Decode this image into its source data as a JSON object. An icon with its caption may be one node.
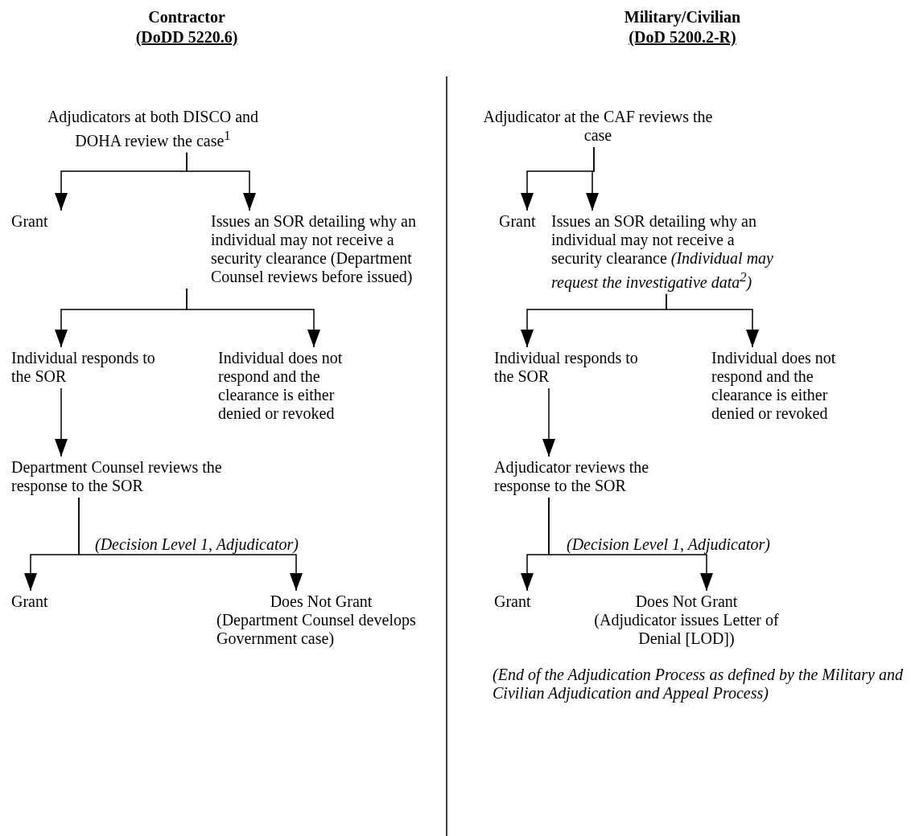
{
  "diagram": {
    "nodes": [
      {
        "text": [
          "Adjudicators at both DISCO and DOHA review the case$^{1}$"
        ]
      },
      {
        "text": [
          "Grant"
        ]
      },
      {
        "text": [
          "Issues an SOR detailing why an individual may not receive a security clearance (Department Counsel reviews before issued)"
        ]
      },
      {
        "text": [
          "Individual responds to the SOR"
        ]
      },
      {
        "text": [
          "Individual does not respond and the clearance is either denied or revoked"
        ]
      },
      {
        "text": [
          "Department Counsel reviews the response to the SOR"
        ]
      },
      {
        "text": [
          "Grant"
        ]
      },
      {
        "text": [
          "Does Not Grant",
          "(Department Counsel develops Government case)"
        ]
      },
      {
        "text": [
          "Adjudicator at the CAF reviews the case"
        ]
      },
      {
        "text": [
          "Grant"
        ]
      },
      {
        "text": [
          "Issues an SOR detailing why an individual may not receive a security clearance *(Individual may request the investigative data$^{2}$)*"
        ]
      },
      {
        "text": [
          "Individual responds to the SOR"
        ]
      },
      {
        "text": [
          "Individual does not respond and the clearance is either denied or revoked"
        ]
      },
      {
        "text": [
          "Adjudicator reviews the response to the SOR"
        ]
      },
      {
        "text": [
          "Grant"
        ]
      },
      {
        "text": [
          "Does Not Grant",
          "(Adjudicator issues Letter of Denial [LOD])"
        ]
      }
    ],
    "edges": [
      {
        "from": 0,
        "to": 1,
        "arrow": "to"
      },
      {
        "from": 0,
        "to": 2,
        "arrow": "to"
      },
      {
        "from": 2,
        "to": 3,
        "arrow": "to"
      },
      {
        "from": 2,
        "to": 4,
        "arrow": "to"
      },
      {
        "from": 3,
        "to": 5,
        "arrow": "to"
      },
      {
        "from": 5,
        "to": 6,
        "arrow": "to"
      },
      {
        "from": 5,
        "to": 7,
        "arrow": "to"
      },
      {
        "from": 8,
        "to": 9,
        "arrow": "to"
      },
      {
        "from": 8,
        "to": 10,
        "arrow": "to"
      },
      {
        "from": 10,
        "to": 11,
        "arrow": "to"
      },
      {
        "from": 10,
        "to": 12,
        "arrow": "to"
      },
      {
        "from": 11,
        "to": 13,
        "arrow": "to"
      },
      {
        "from": 13,
        "to": 14,
        "arrow": "to"
      },
      {
        "from": 13,
        "to": 15,
        "arrow": "to"
      }
    ],
    "labels": [
      "Contractor",
      "(DoDD 5220.6)",
      "Military/Civilian",
      "(DoD 5200.2-R)",
      "(Decision Level 1, Adjudicator)",
      "(Decision Level 1, Adjudicator)",
      "(End of the Adjudication Process as defined by the Military and Civilian Adjudication and Appeal Process)"
    ]
  }
}
